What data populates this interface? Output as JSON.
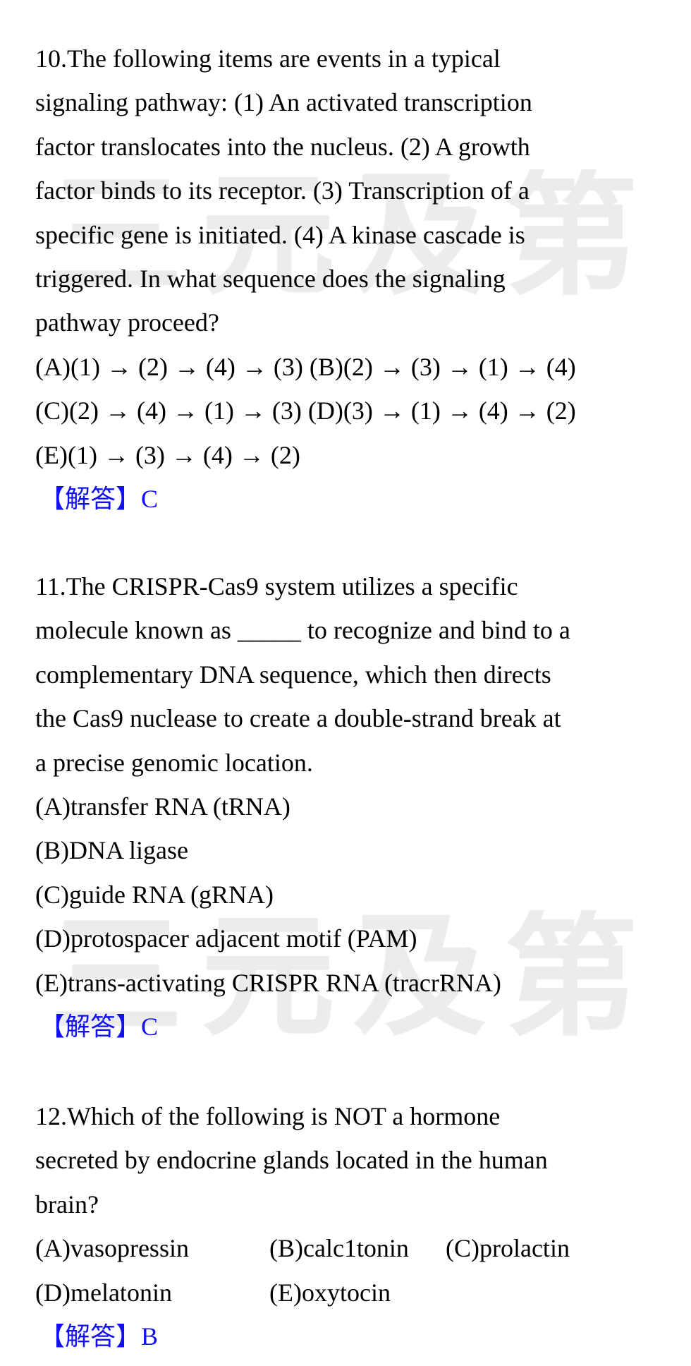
{
  "watermark": [
    "三",
    "元",
    "及",
    "第"
  ],
  "questions": [
    {
      "stem_lines": [
        "10.The following items are events in a typical",
        "signaling pathway: (1) An activated transcription",
        "factor translocates into the nucleus. (2) A growth",
        "factor binds to its receptor. (3) Transcription of a",
        "specific gene is initiated. (4) A kinase cascade is",
        "triggered. In what sequence does the signaling",
        "pathway proceed?"
      ],
      "option_lines": [
        "(A)(1) → (2) → (4) → (3) (B)(2) → (3) → (1) → (4)",
        "(C)(2) → (4) → (1) → (3) (D)(3) → (1) → (4) → (2)",
        "(E)(1) → (3) → (4) → (2)"
      ],
      "answer": "【解答】C"
    },
    {
      "stem_lines": [
        "11.The CRISPR-Cas9 system utilizes a specific",
        "molecule known as _____ to recognize and bind to a",
        "complementary DNA sequence, which then directs",
        "the Cas9 nuclease to create a double-strand break at",
        "a precise genomic location."
      ],
      "option_lines": [
        "(A)transfer RNA (tRNA)",
        "(B)DNA ligase",
        "(C)guide RNA (gRNA)",
        "(D)protospacer adjacent motif (PAM)",
        "(E)trans-activating CRISPR RNA (tracrRNA)"
      ],
      "answer": "【解答】C"
    },
    {
      "stem_lines": [
        "12.Which of the following is NOT a hormone",
        "secreted by endocrine glands located in the human",
        "brain?"
      ],
      "options": [
        "(A)vasopressin",
        "(B)calc1tonin",
        "(C)prolactin",
        "(D)melatonin",
        "(E)oxytocin"
      ],
      "answer": "【解答】B"
    }
  ]
}
